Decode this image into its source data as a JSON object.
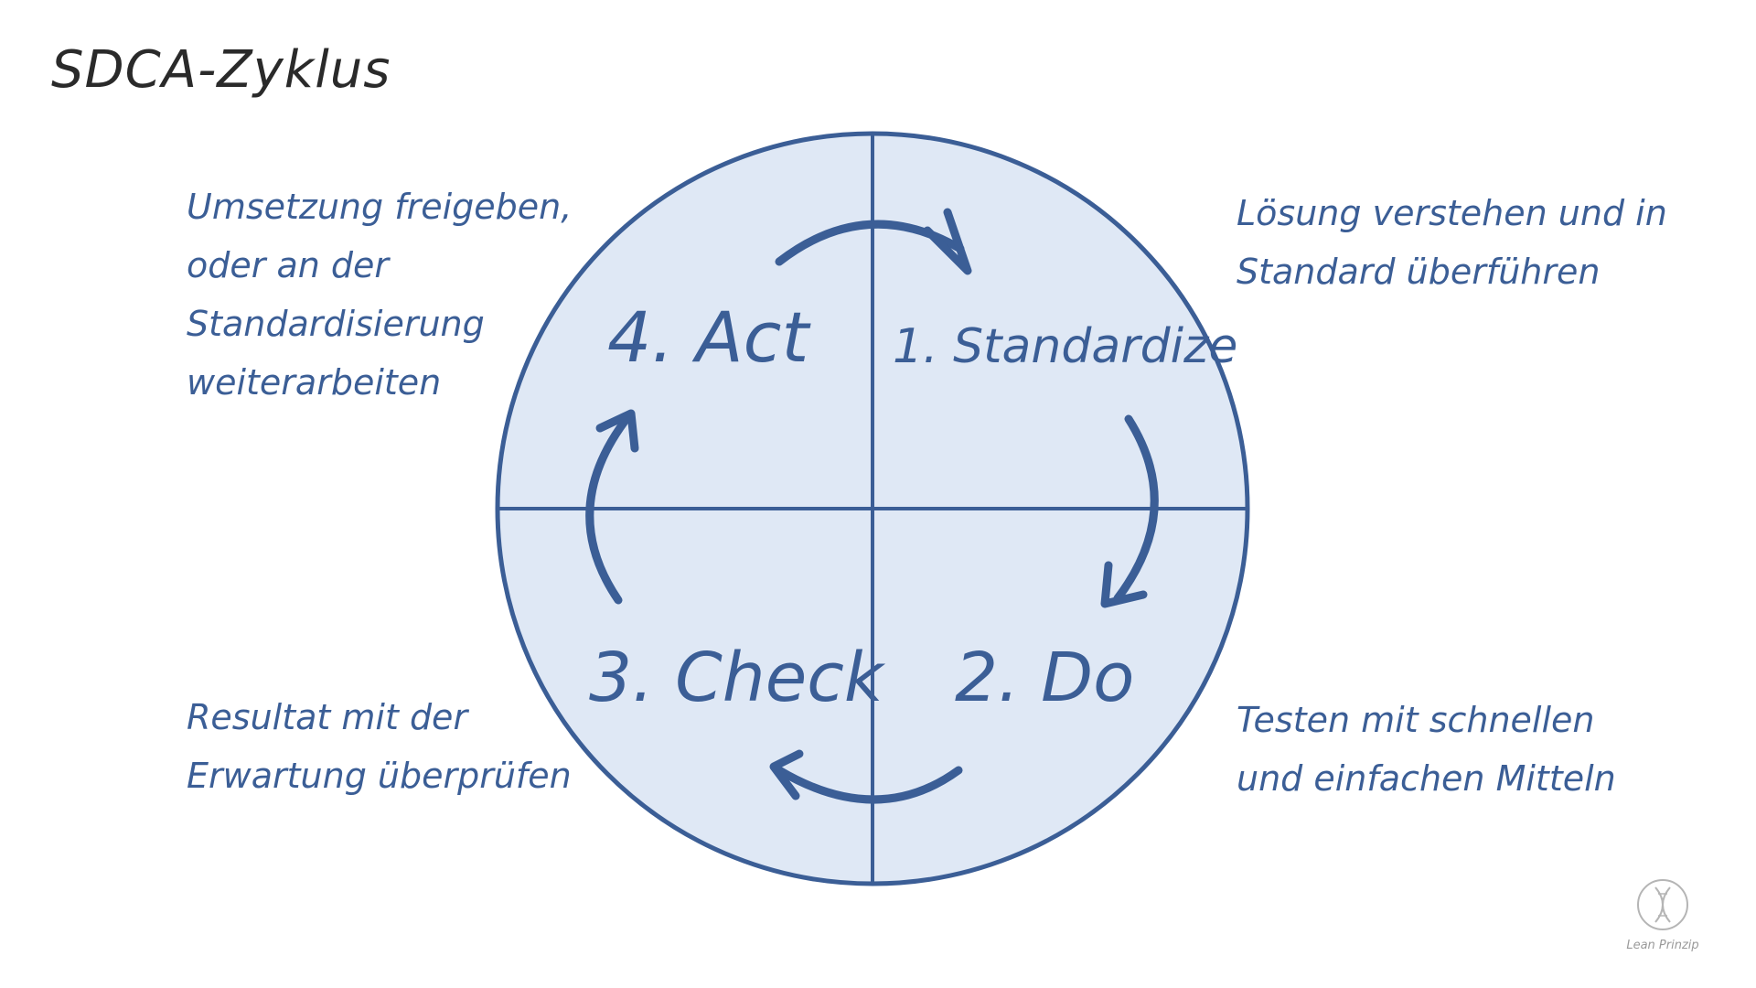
{
  "title": "SDCA-Zyklus",
  "colors": {
    "stroke": "#3b5e96",
    "fill": "#dfe8f5",
    "text": "#3b5e96",
    "title": "#2a2a2a",
    "logo": "#9a9a9a"
  },
  "phases": {
    "standardize": "1. Standardize",
    "do": "2. Do",
    "check": "3. Check",
    "act": "4. Act"
  },
  "notes": {
    "act": [
      "Umsetzung freigeben,",
      "oder an der",
      "Standardisierung",
      "weiterarbeiten"
    ],
    "standardize": [
      "Lösung verstehen und in",
      "Standard überführen"
    ],
    "check": [
      "Resultat mit der",
      "Erwartung überprüfen"
    ],
    "do": [
      "Testen mit schnellen",
      "und einfachen Mitteln"
    ]
  },
  "logo": {
    "icon": "dna-helix-icon",
    "text": "Lean Prinzip"
  }
}
